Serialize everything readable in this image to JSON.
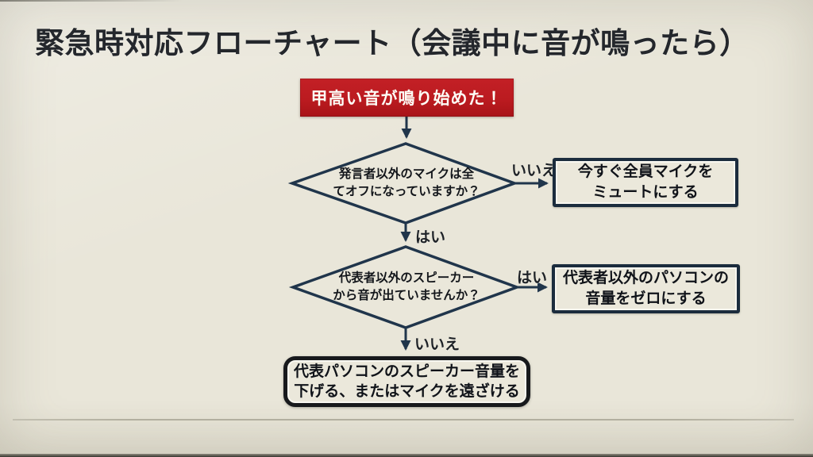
{
  "page": {
    "title": "緊急時対応フローチャート（会議中に音が鳴ったら）"
  },
  "colors": {
    "background": "#e9e6d9",
    "alert_red": "#bb1b20",
    "connector_navy": "#20354b",
    "action_border_navy": "#1b2c3d",
    "final_border_black": "#17191c",
    "text_dark": "#16191e"
  },
  "flowchart": {
    "start": {
      "label": "甲高い音が鳴り始めた！"
    },
    "decision1": {
      "line1": "発言者以外のマイクは全",
      "line2": "てオフになっていますか？",
      "no_label": "いいえ",
      "yes_label": "はい"
    },
    "action_mute_all": {
      "line1": "今すぐ全員マイクを",
      "line2": "ミュートにする"
    },
    "decision2": {
      "line1": "代表者以外のスピーカー",
      "line2": "から音が出ていませんか？",
      "yes_label": "はい",
      "no_label": "いいえ"
    },
    "action_zero_volume": {
      "line1": "代表者以外のパソコンの",
      "line2": "音量をゼロにする"
    },
    "action_lower_speaker": {
      "line1": "代表パソコンのスピーカー音量を",
      "line2": "下げる、またはマイクを遠ざける"
    }
  }
}
